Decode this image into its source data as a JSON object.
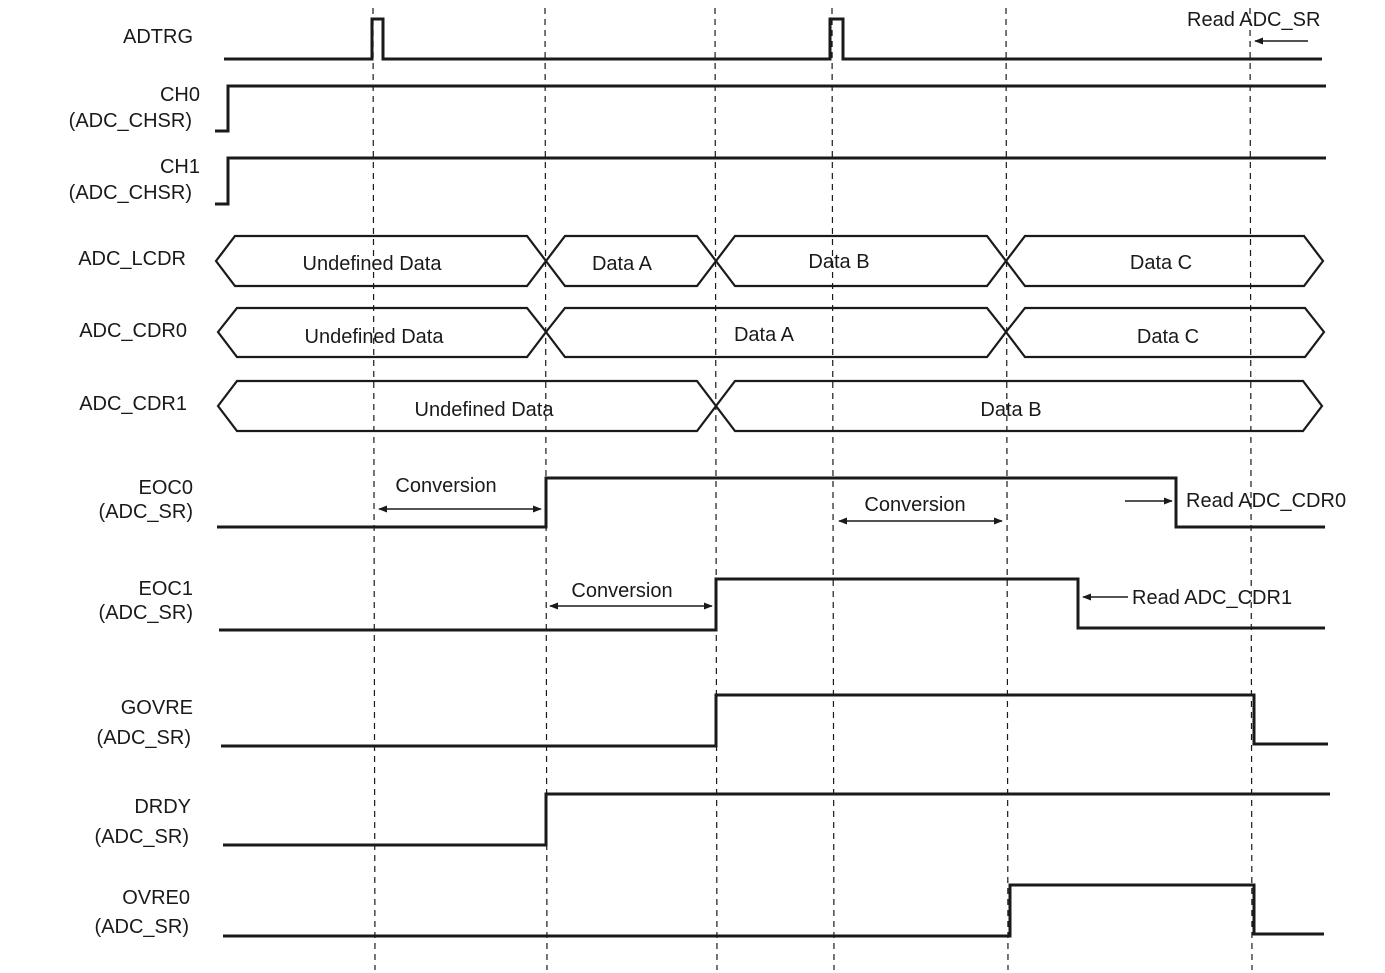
{
  "signals": {
    "adtrg": "ADTRG",
    "ch0": "CH0",
    "ch1": "CH1",
    "adc_chsr": "(ADC_CHSR)",
    "adc_lcdr": "ADC_LCDR",
    "adc_cdr0": "ADC_CDR0",
    "adc_cdr1": "ADC_CDR1",
    "eoc0": "EOC0",
    "eoc1": "EOC1",
    "govre": "GOVRE",
    "drdy": "DRDY",
    "ovre0": "OVRE0",
    "adc_sr": "(ADC_SR)"
  },
  "buses": {
    "lcdr": [
      "Undefined Data",
      "Data A",
      "Data B",
      "Data C"
    ],
    "cdr0": [
      "Undefined Data",
      "Data A",
      "Data C"
    ],
    "cdr1": [
      "Undefined Data",
      "Data B"
    ]
  },
  "annotations": {
    "conversion": "Conversion",
    "read_adc_sr": "Read ADC_SR",
    "read_adc_cdr0": "Read ADC_CDR0",
    "read_adc_cdr1": "Read ADC_CDR1"
  },
  "colors": {
    "ink": "#1a1a1a",
    "background": "#ffffff"
  }
}
